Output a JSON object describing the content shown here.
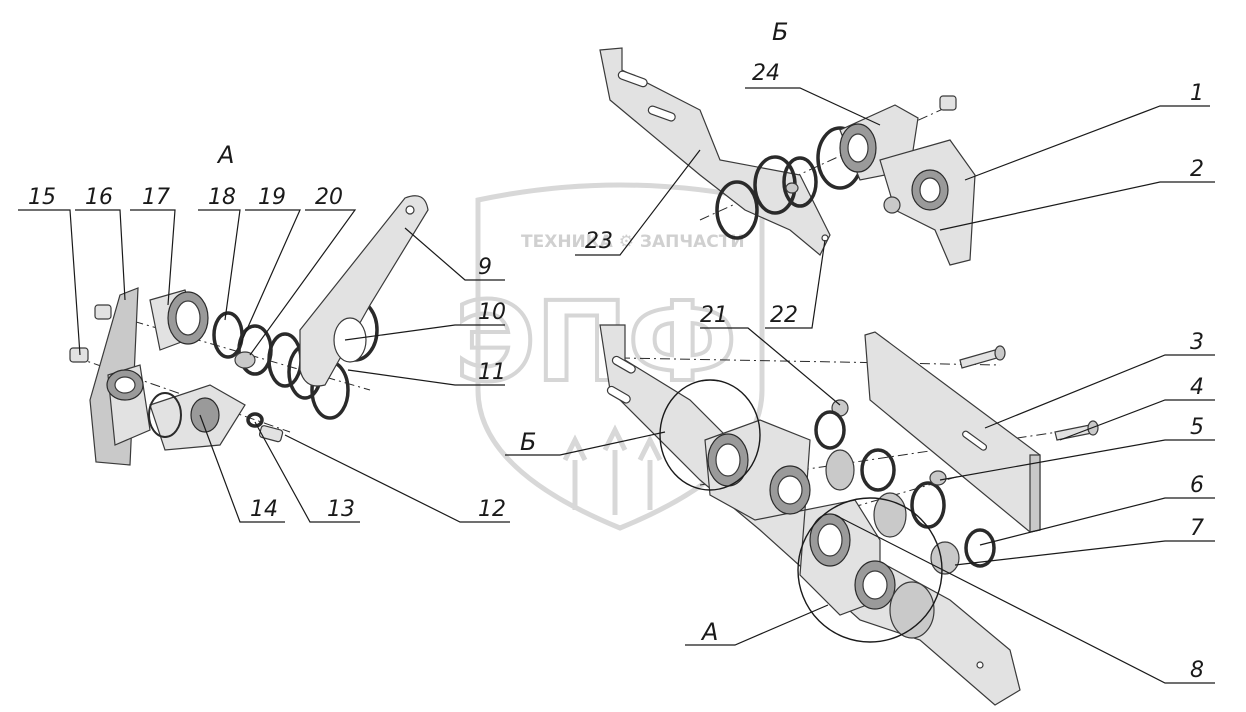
{
  "view_labels": {
    "a_top": "А",
    "b_top": "Б",
    "b_callout": "Б",
    "a_callout": "А"
  },
  "callouts": {
    "n1": "1",
    "n2": "2",
    "n3": "3",
    "n4": "4",
    "n5": "5",
    "n6": "6",
    "n7": "7",
    "n8": "8",
    "n9": "9",
    "n10": "10",
    "n11": "11",
    "n12": "12",
    "n13": "13",
    "n14": "14",
    "n15": "15",
    "n16": "16",
    "n17": "17",
    "n18": "18",
    "n19": "19",
    "n20": "20",
    "n21": "21",
    "n22": "22",
    "n23": "23",
    "n24": "24"
  },
  "watermark": {
    "top_text": "ТЕХНИКА ⚙ ЗАПЧАСТИ",
    "logo_text": "ЭПФ"
  }
}
